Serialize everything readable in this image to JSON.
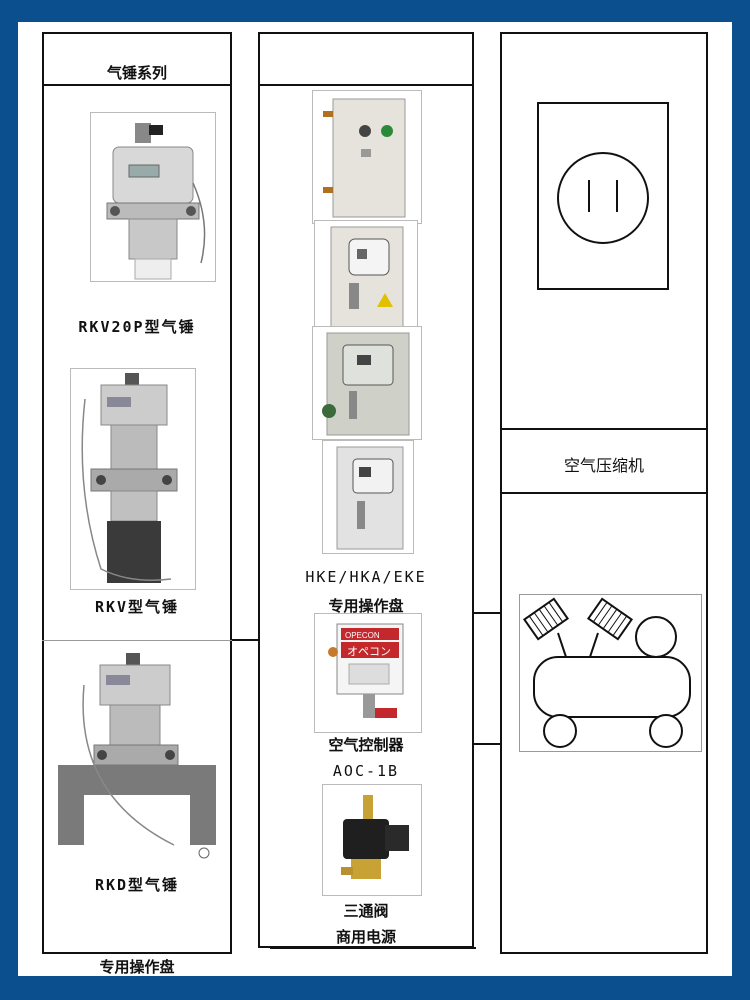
{
  "left_column": {
    "header": "气锤系列",
    "products": [
      {
        "label": "RKV20P型气锤"
      },
      {
        "label": "RKV型气锤"
      },
      {
        "label": "RKD型气锤"
      }
    ],
    "footer": "专用操作盘"
  },
  "middle_column": {
    "panel_caption_line1": "HKE/HKA/EKE",
    "panel_caption_line2": "专用操作盘",
    "controller_label": "空气控制器",
    "controller_model": "AOC-1B",
    "controller_brand": "OPECON",
    "controller_text": "オペコン",
    "valve_label": "三通阀",
    "footer": "商用电源"
  },
  "right_column": {
    "compressor_label": "空气压缩机"
  }
}
